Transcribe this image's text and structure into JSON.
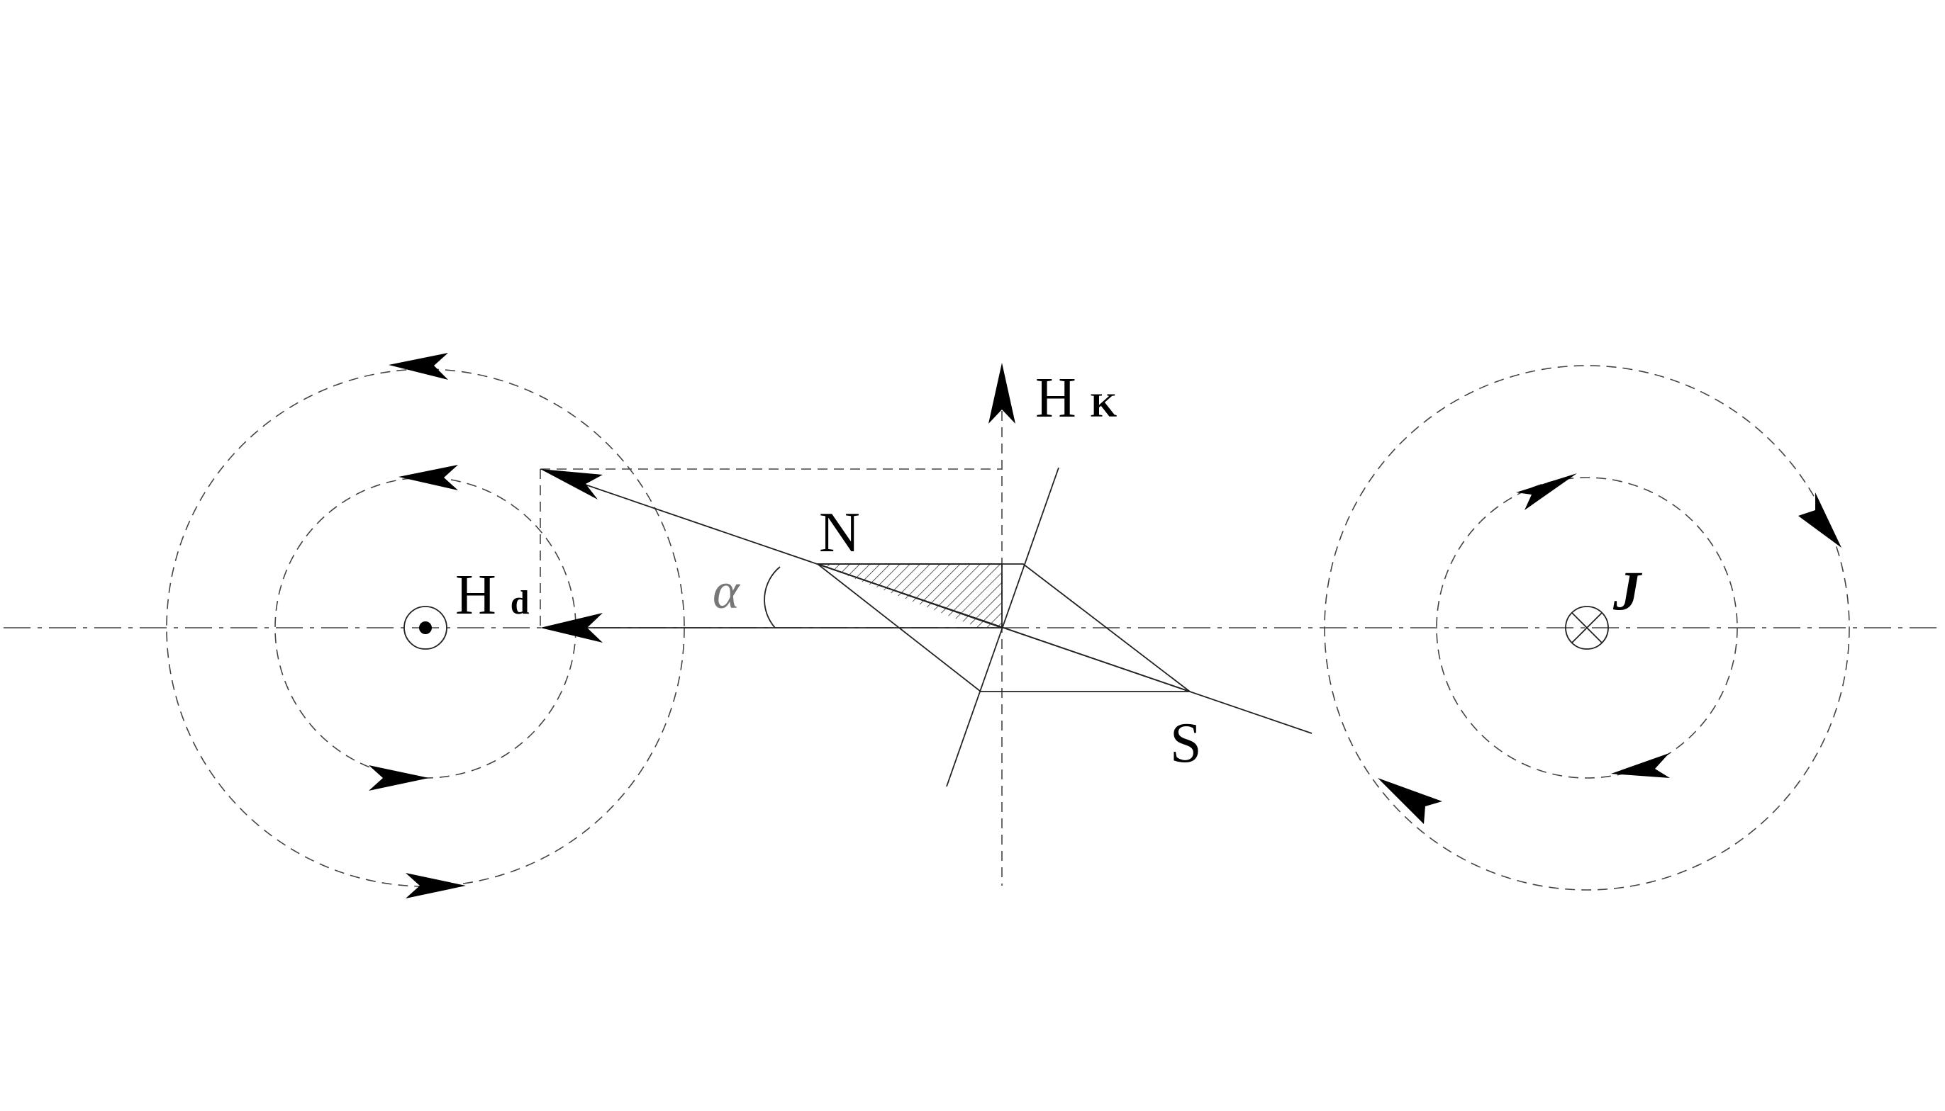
{
  "labels": {
    "north_pole": "N",
    "south_pole": "S",
    "angle": "α",
    "field_earth_main": "H",
    "field_earth_sub": "K",
    "field_current_main": "H",
    "field_current_sub": "d",
    "current": "J"
  },
  "symbols": {
    "out_of_page": "dot-in-circle",
    "into_page": "cross-in-circle"
  },
  "colors": {
    "ink": "#000000",
    "line": "#222222",
    "dashed": "#444444",
    "hatch": "#333333",
    "angle_label": "#777777"
  }
}
